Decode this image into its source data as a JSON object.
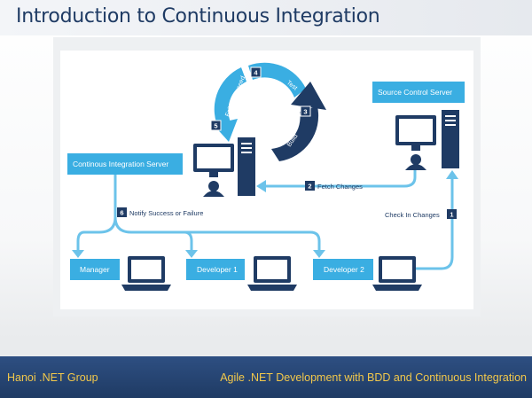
{
  "slide": {
    "title": "Introduction to Continuous Integration"
  },
  "nodes": {
    "ci_server": "Continous Integration Server",
    "source_control": "Source Control Server",
    "manager": "Manager",
    "developer1": "Developer 1",
    "developer2": "Developer 2"
  },
  "edges": {
    "check_in": {
      "num": "1",
      "label": "Check In Changes"
    },
    "fetch": {
      "num": "2",
      "label": "Fetch Changes"
    },
    "notify": {
      "num": "6",
      "label": "Notify Success or Failure"
    }
  },
  "cycle": {
    "build": {
      "num": "3",
      "label": "Build"
    },
    "test": {
      "num": "4",
      "label": "Test"
    },
    "fail_succeed": {
      "num": "5",
      "label": "Fail or Succeed"
    }
  },
  "footer": {
    "left": "Hanoi .NET Group",
    "right": "Agile .NET Development with BDD and Continuous Integration"
  },
  "colors": {
    "accent": "#3aaee2",
    "dark": "#1f3b64",
    "footer_text": "#f2c84b"
  }
}
